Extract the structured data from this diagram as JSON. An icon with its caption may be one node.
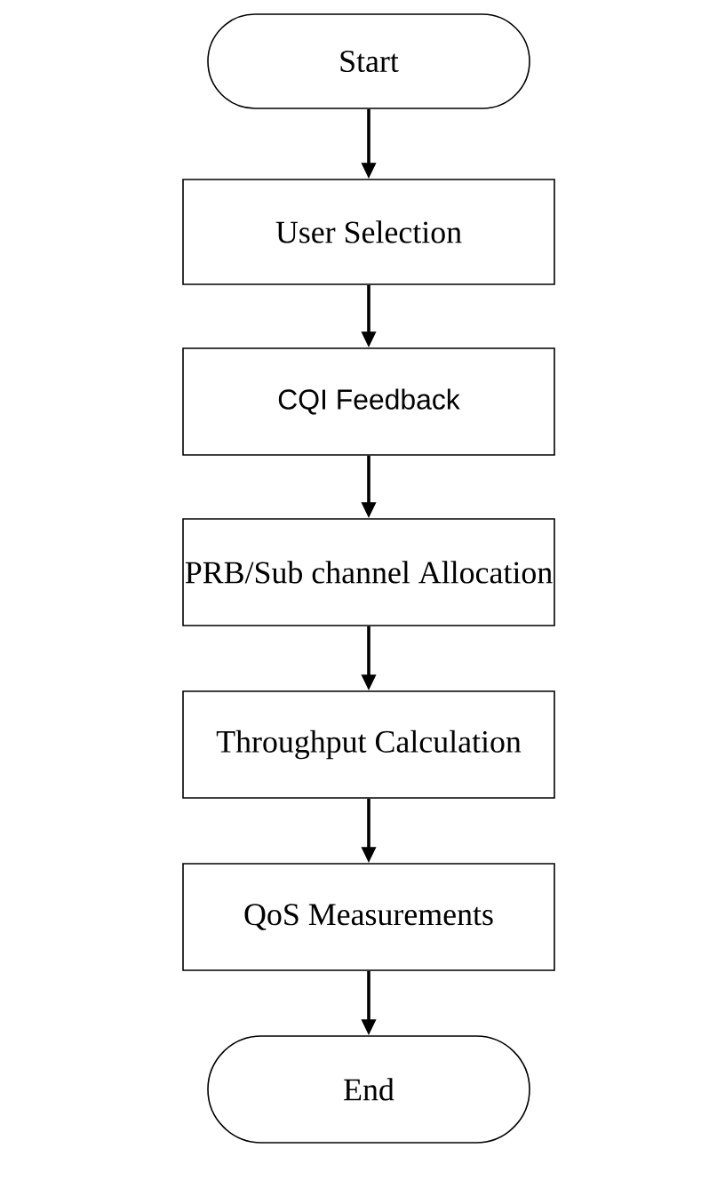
{
  "diagram": {
    "nodes": [
      {
        "text": [
          "Start"
        ]
      },
      {
        "text": [
          "User Selection"
        ]
      },
      {
        "text": [
          "CQI Feedback"
        ]
      },
      {
        "text": [
          "PRB/Sub channel Allocation"
        ]
      },
      {
        "text": [
          "Throughput Calculation"
        ]
      },
      {
        "text": [
          "QoS Measurements"
        ]
      },
      {
        "text": [
          "End"
        ]
      }
    ],
    "edges": [
      {
        "from": 0,
        "to": 1,
        "arrow": "to"
      },
      {
        "from": 1,
        "to": 2,
        "arrow": "to"
      },
      {
        "from": 2,
        "to": 3,
        "arrow": "to"
      },
      {
        "from": 3,
        "to": 4,
        "arrow": "to"
      },
      {
        "from": 4,
        "to": 5,
        "arrow": "to"
      },
      {
        "from": 5,
        "to": 6,
        "arrow": "to"
      }
    ]
  }
}
